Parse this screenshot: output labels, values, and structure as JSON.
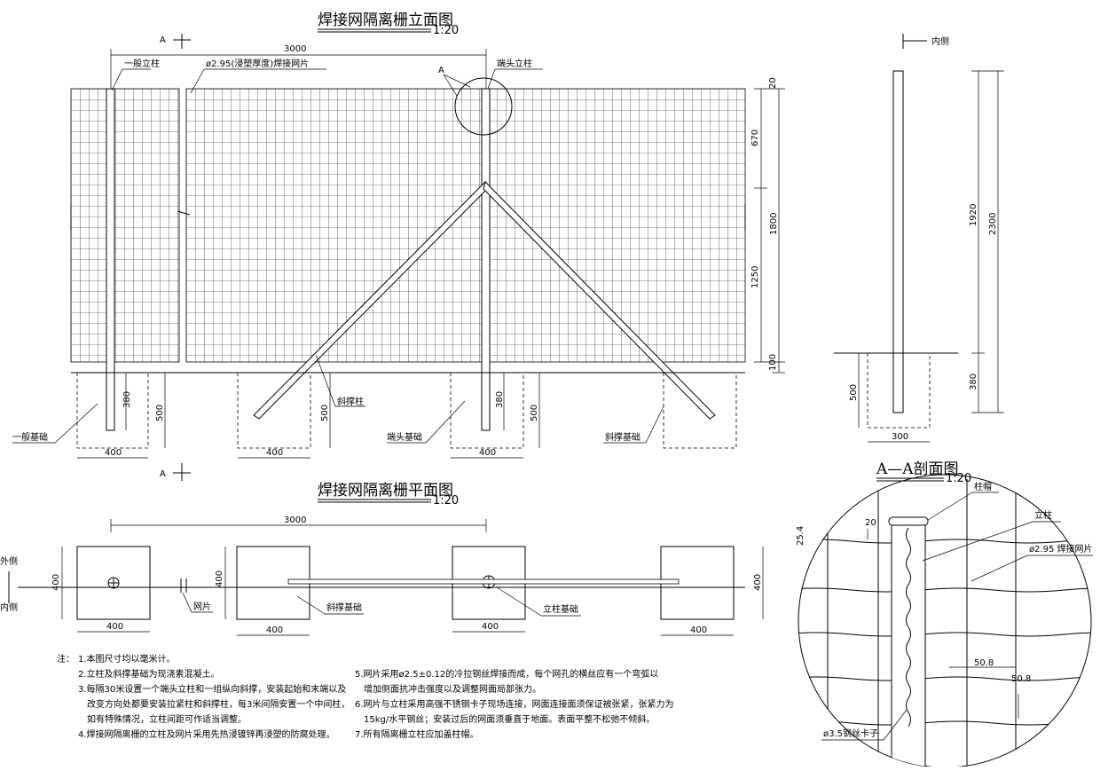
{
  "elevation": {
    "title": "焊接网隔离栅立面图",
    "scale": "1:20",
    "section_mark": "A",
    "labels": {
      "post_general": "一般立柱",
      "mesh": "ø2.95(浸塑厚度)焊接网片",
      "end_post": "端头立柱",
      "detail_mark": "A",
      "brace": "斜撑柱",
      "found_general": "一般基础",
      "found_end": "端头基础",
      "found_brace": "斜撑基础"
    },
    "dims": {
      "span": "3000",
      "d20": "20",
      "d670": "670",
      "d1800": "1800",
      "d1250": "1250",
      "d100": "100",
      "d380a": "380",
      "d500a": "500",
      "d500b": "500",
      "d380b": "380",
      "d500c": "500",
      "w400a": "400",
      "w400b": "400",
      "w400c": "400"
    }
  },
  "side": {
    "inner": "内侧",
    "d1920": "1920",
    "d2300": "2300",
    "d380": "380",
    "d500": "500",
    "d300": "300"
  },
  "section": {
    "title": "A—A剖面图",
    "scale": "1:20",
    "cap": "柱帽",
    "post": "立柱",
    "mesh": "ø2.95 焊接网片",
    "clip": "ø3.5钢丝卡子",
    "d20": "20",
    "d25": "25.4",
    "d508a": "50.8",
    "d508b": "50.8"
  },
  "plan": {
    "title": "焊接网隔离栅平面图",
    "scale": "1:20",
    "outer": "外侧",
    "inner": "内侧",
    "span": "3000",
    "mesh": "网片",
    "brace_found": "斜撑基础",
    "post_found": "立柱基础",
    "d400a": "400",
    "d400b": "400",
    "d400c": "400",
    "d400d": "400",
    "d400e": "400",
    "d400f": "400",
    "d400g": "400"
  },
  "notes": {
    "head": "注：",
    "n1": "1.本图尺寸均以毫米计。",
    "n2": "2.立柱及斜撑基础为现浇素混凝土。",
    "n3a": "3.每隔30米设置一个端头立柱和一组纵向斜撑，安装起始和末端以及",
    "n3b": "改变方向处都要安装拉紧柱和斜撑柱，每3米间隔安置一个中间柱，",
    "n3c": "如有特殊情况，立柱间距可作适当调整。",
    "n4": "4.焊接网隔离栅的立柱及网片采用先热浸镀锌再浸塑的防腐处理。",
    "n5a": "5.网片采用ø2.5±0.12的冷拉钢丝焊接而成，每个网孔的横丝应有一个弯弧以",
    "n5b": "增加侧面抗冲击强度以及调整网面局部张力。",
    "n6a": "6.网片与立柱采用高强不锈钢卡子现场连接，网面连接面须保证被张紧，张紧力为",
    "n6b": "15kg/水平钢丝；安装过后的网面须垂直于地面。表面平整不松弛不倾斜。",
    "n7": "7.所有隔离栅立柱应加盖柱帽。"
  }
}
